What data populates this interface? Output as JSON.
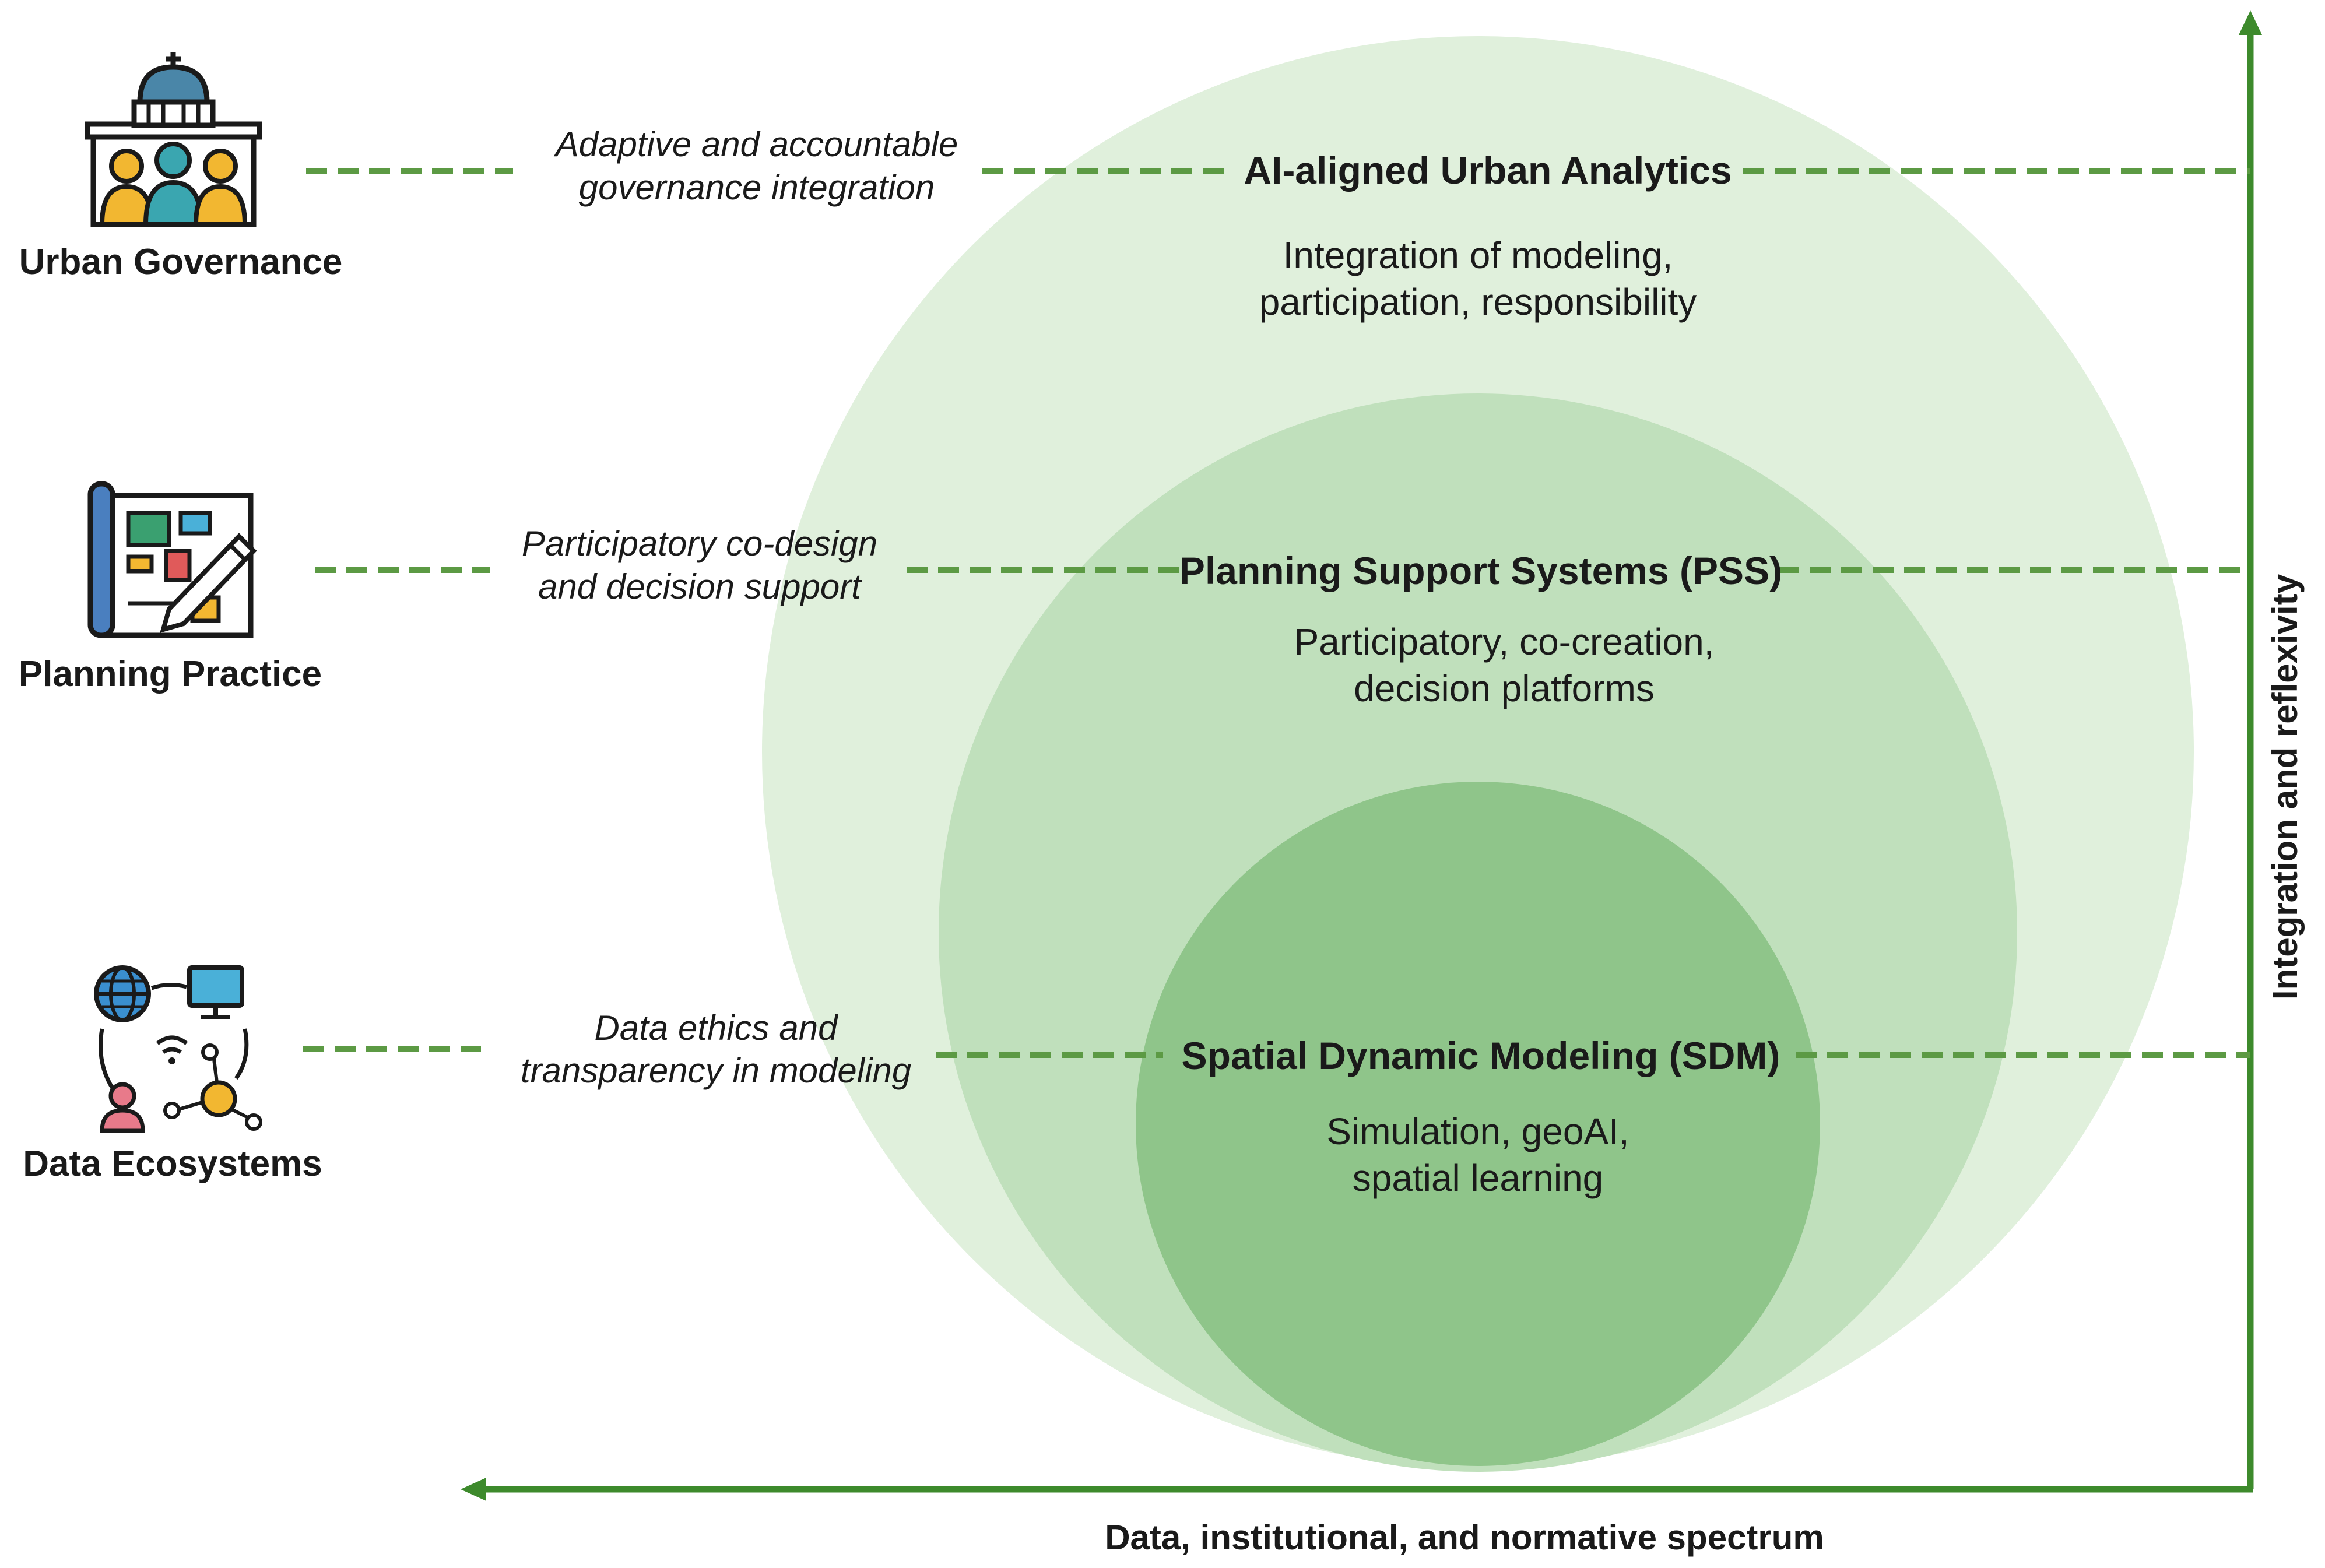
{
  "colors": {
    "outer_circle": "#e0f0dc",
    "middle_circle": "#c0e0bc",
    "inner_circle": "#8fc58a",
    "axis": "#3d8a2c",
    "connector": "#5c9a44"
  },
  "domains": [
    {
      "label": "Urban Governance",
      "icon": "government-building-people-icon"
    },
    {
      "label": "Planning Practice",
      "icon": "blueprint-pencil-icon"
    },
    {
      "label": "Data Ecosystems",
      "icon": "data-network-icon"
    }
  ],
  "connectors": [
    {
      "lines": [
        "Adaptive and accountable",
        "governance integration"
      ]
    },
    {
      "lines": [
        "Participatory co-design",
        "and decision support"
      ]
    },
    {
      "lines": [
        "Data ethics and",
        "transparency in modeling"
      ]
    }
  ],
  "layers": [
    {
      "title": "AI-aligned Urban Analytics",
      "description": [
        "Integration of modeling,",
        "participation, responsibility"
      ]
    },
    {
      "title": "Planning Support Systems (PSS)",
      "description": [
        "Participatory, co-creation,",
        "decision platforms"
      ]
    },
    {
      "title": "Spatial Dynamic Modeling (SDM)",
      "description": [
        "Simulation, geoAI,",
        "spatial learning"
      ]
    }
  ],
  "axes": {
    "horizontal_label": "Data, institutional, and normative spectrum",
    "vertical_label": "Integration and reflexivity"
  }
}
